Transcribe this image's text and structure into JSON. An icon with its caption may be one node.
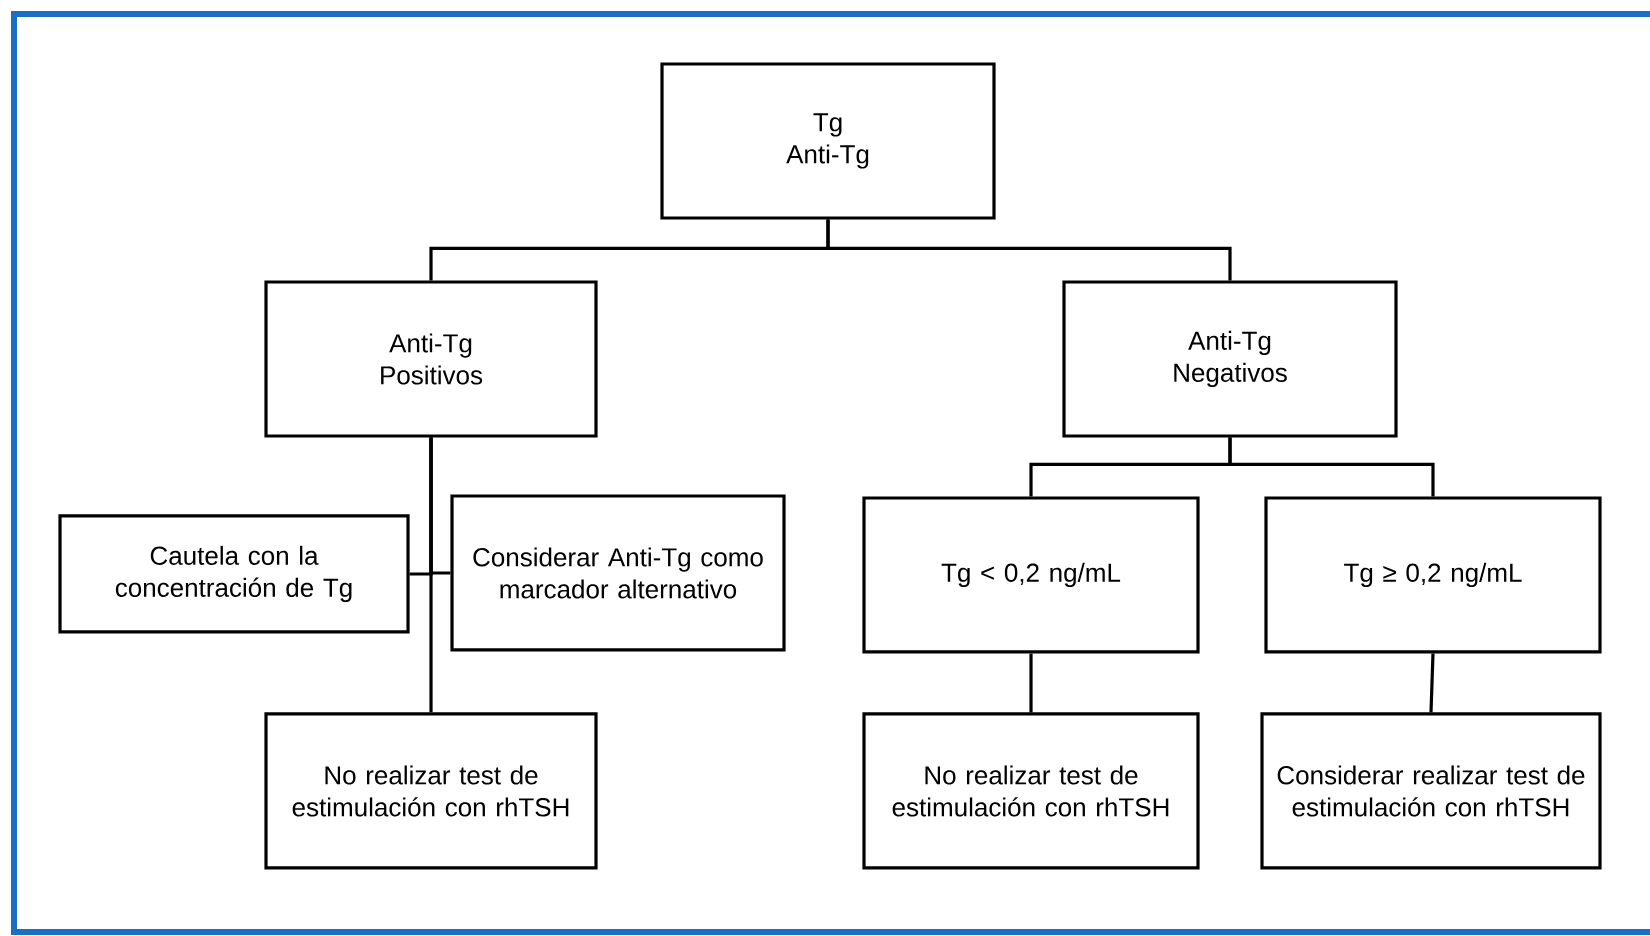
{
  "diagram": {
    "nodes": [
      {
        "text": [
          "Tg",
          "Anti-Tg"
        ]
      },
      {
        "text": [
          "Anti-Tg",
          "Positivos"
        ]
      },
      {
        "text": [
          "Anti-Tg",
          "Negativos"
        ]
      },
      {
        "text": [
          "Cautela con la concentración de Tg"
        ]
      },
      {
        "text": [
          "Considerar Anti-Tg como marcador alternativo"
        ]
      },
      {
        "text": [
          "No realizar test de estimulación con rhTSH"
        ]
      },
      {
        "text": [
          "Tg < 0,2 ng/mL"
        ]
      },
      {
        "text": [
          "Tg ≥ 0,2 ng/mL"
        ]
      },
      {
        "text": [
          "No realizar test de estimulación con rhTSH"
        ]
      },
      {
        "text": [
          "Considerar realizar test de estimulación con rhTSH"
        ]
      }
    ],
    "edges": [
      {
        "from": 0,
        "to": 1,
        "arrow": "none"
      },
      {
        "from": 0,
        "to": 2,
        "arrow": "none"
      },
      {
        "from": 1,
        "to": 3,
        "arrow": "none"
      },
      {
        "from": 1,
        "to": 4,
        "arrow": "none"
      },
      {
        "from": 1,
        "to": 5,
        "arrow": "none"
      },
      {
        "from": 2,
        "to": 6,
        "arrow": "none"
      },
      {
        "from": 2,
        "to": 7,
        "arrow": "none"
      },
      {
        "from": 6,
        "to": 8,
        "arrow": "none"
      },
      {
        "from": 7,
        "to": 9,
        "arrow": "none"
      }
    ]
  }
}
